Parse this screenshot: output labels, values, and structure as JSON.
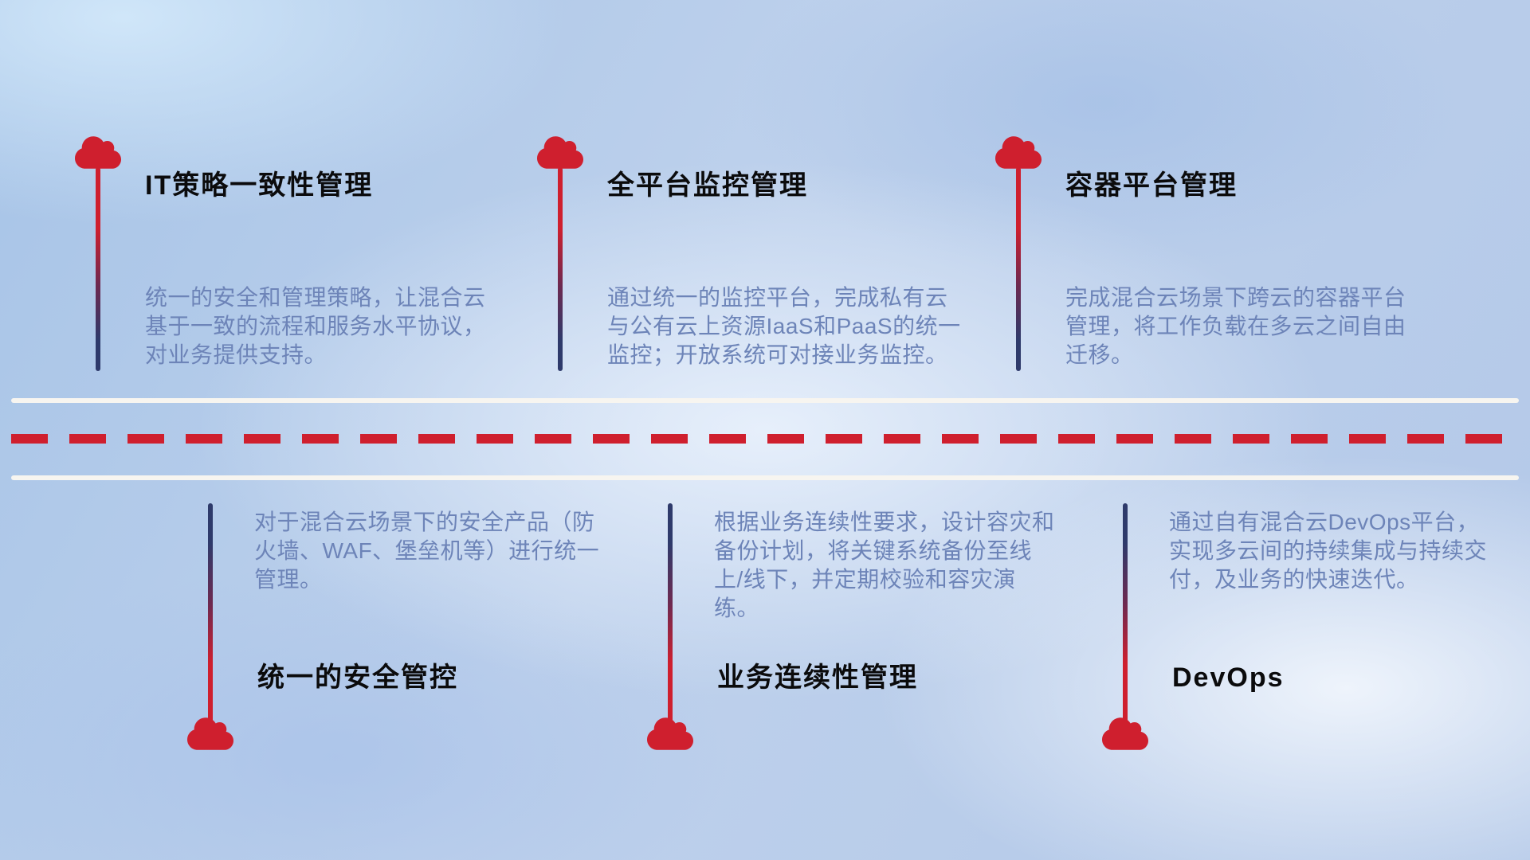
{
  "diagram_title": "hybrid-cloud-capabilities-timeline",
  "palette": {
    "accent_red": "#cf1f2e",
    "line_navy": "#2e3a6b",
    "desc_text": "#6d84b8",
    "title_text": "#0b0b0c",
    "road_white": "#f7f5f0",
    "background_blue": "#b3c8e8"
  },
  "top_items": [
    {
      "title": "IT策略一致性管理",
      "desc": "统一的安全和管理策略，让混合云基于一致的流程和服务水平协议，对业务提供支持。"
    },
    {
      "title": "全平台监控管理",
      "desc": "通过统一的监控平台，完成私有云与公有云上资源IaaS和PaaS的统一监控；开放系统可对接业务监控。"
    },
    {
      "title": "容器平台管理",
      "desc": "完成混合云场景下跨云的容器平台管理，将工作负载在多云之间自由迁移。"
    }
  ],
  "bottom_items": [
    {
      "title": "统一的安全管控",
      "desc": "对于混合云场景下的安全产品（防火墙、WAF、堡垒机等）进行统一管理。"
    },
    {
      "title": "业务连续性管理",
      "desc": "根据业务连续性要求，设计容灾和备份计划，将关键系统备份至线上/线下，并定期校验和容灾演练。"
    },
    {
      "title": "DevOps",
      "desc": "通过自有混合云DevOps平台，实现多云间的持续集成与持续交付，及业务的快速迭代。"
    }
  ]
}
